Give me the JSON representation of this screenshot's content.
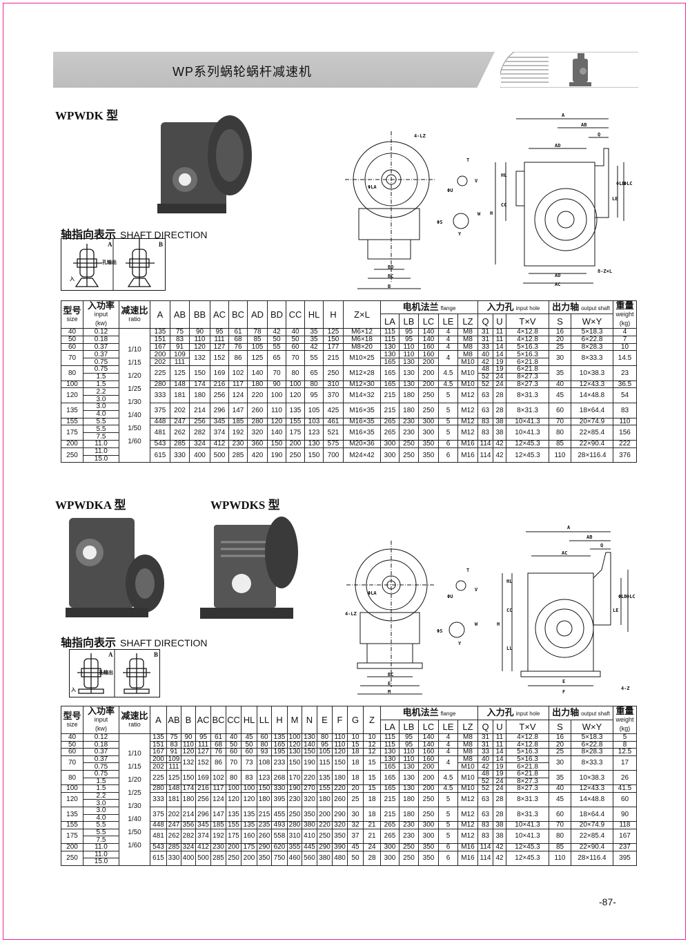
{
  "header": {
    "title": "WP系列蜗轮蜗杆减速机"
  },
  "section1": {
    "title": "WPWDK 型",
    "shaft_direction_cn": "轴指向表示",
    "shaft_direction_en": "SHAFT DIRECTION",
    "dir_a": "A",
    "dir_b": "B",
    "in_label": "入",
    "out_label": "孔输出"
  },
  "section2": {
    "title_a": "WPWDKA 型",
    "title_s": "WPWDKS 型",
    "shaft_direction_cn": "轴指向表示",
    "shaft_direction_en": "SHAFT DIRECTION",
    "dir_a": "A",
    "dir_b": "B",
    "in_label": "入",
    "out_label": "孔输出"
  },
  "drawing1": {
    "labels": [
      "A",
      "AB",
      "Q",
      "AD",
      "H",
      "HL",
      "CC",
      "ΦLB",
      "ΦLC",
      "LE",
      "8-Z×L",
      "AD",
      "AC",
      "4-LZ",
      "ΦLA",
      "T",
      "V",
      "ΦU",
      "ΦS",
      "W",
      "Y",
      "BD",
      "BC",
      "B"
    ]
  },
  "drawing2": {
    "labels": [
      "A",
      "AB",
      "Q",
      "AC",
      "H",
      "HL",
      "CC",
      "LL",
      "ΦLB",
      "ΦLC",
      "LE",
      "4-Z",
      "E",
      "F",
      "4-LZ",
      "ΦLA",
      "T",
      "V",
      "ΦU",
      "ΦS",
      "W",
      "Y",
      "BC",
      "E",
      "M"
    ]
  },
  "table1": {
    "head": {
      "size_cn": "型号",
      "size_en": "size",
      "input_cn": "入功率",
      "input_en": "input",
      "input_unit": "(kw)",
      "ratio_cn": "减速比",
      "ratio_en": "ratio",
      "dims": [
        "A",
        "AB",
        "BB",
        "AC",
        "BC",
        "AD",
        "BD",
        "CC",
        "HL",
        "H",
        "Z×L"
      ],
      "flange_cn": "电机法兰",
      "flange_en": "flange",
      "flange_cols": [
        "LA",
        "LB",
        "LC",
        "LE",
        "LZ"
      ],
      "hole_cn": "入力孔",
      "hole_en": "input hole",
      "hole_cols": [
        "Q",
        "U",
        "T×V"
      ],
      "shaft_cn": "出力轴",
      "shaft_en": "output shaft",
      "shaft_cols": [
        "S",
        "W×Y"
      ],
      "weight_cn": "重量",
      "weight_en": "weight",
      "weight_unit": "(kg)"
    },
    "ratios": [
      "1/10",
      "1/15",
      "1/20",
      "1/25",
      "1/30",
      "1/40",
      "1/50",
      "1/60"
    ],
    "rows": [
      {
        "size": "40",
        "input": [
          "0.12"
        ],
        "values": [
          "135",
          "75",
          "90",
          "95",
          "61",
          "78",
          "42",
          "40",
          "35",
          "125",
          "M6×12",
          "115",
          "95",
          "140",
          "4",
          "M8",
          "31",
          "11",
          "4×12.8",
          "16",
          "5×18.3",
          "4"
        ]
      },
      {
        "size": "50",
        "input": [
          "0.18"
        ],
        "values": [
          "151",
          "83",
          "110",
          "111",
          "68",
          "85",
          "50",
          "50",
          "35",
          "150",
          "M6×18",
          "115",
          "95",
          "140",
          "4",
          "M8",
          "31",
          "11",
          "4×12.8",
          "20",
          "6×22.8",
          "7"
        ]
      },
      {
        "size": "60",
        "input": [
          "0.37"
        ],
        "values": [
          "167",
          "91",
          "120",
          "127",
          "76",
          "105",
          "55",
          "60",
          "42",
          "177",
          "M8×20",
          "130",
          "110",
          "160",
          "4",
          "M8",
          "33",
          "14",
          "5×16.3",
          "25",
          "8×28.3",
          "10"
        ]
      },
      {
        "size": "70",
        "input": [
          "0.37",
          "0.75"
        ],
        "values": [
          [
            "200",
            "202"
          ],
          [
            "109",
            "111"
          ],
          "132",
          "152",
          "86",
          "125",
          "65",
          "70",
          "55",
          "215",
          "M10×25",
          [
            "130",
            "165"
          ],
          [
            "110",
            "130"
          ],
          [
            "160",
            "200"
          ],
          "4",
          [
            "M8",
            "M10"
          ],
          [
            "40",
            "42"
          ],
          [
            "14",
            "19"
          ],
          [
            "5×16.3",
            "6×21.8"
          ],
          "30",
          "8×33.3",
          "14.5"
        ]
      },
      {
        "size": "80",
        "input": [
          "0.75",
          "1.5"
        ],
        "values": [
          "225",
          "125",
          "150",
          "169",
          "102",
          "140",
          "70",
          "80",
          "65",
          "250",
          "M12×28",
          "165",
          "130",
          "200",
          "4.5",
          "M10",
          [
            "48",
            "52"
          ],
          [
            "19",
            "24"
          ],
          [
            "6×21.8",
            "8×27.3"
          ],
          "35",
          "10×38.3",
          "23"
        ]
      },
      {
        "size": "100",
        "input": [
          "1.5"
        ],
        "values": [
          "280",
          "148",
          "174",
          "216",
          "117",
          "180",
          "90",
          "100",
          "80",
          "310",
          "M12×30",
          "165",
          "130",
          "200",
          "4.5",
          "M10",
          "52",
          "24",
          "8×27.3",
          "40",
          "12×43.3",
          "36.5"
        ]
      },
      {
        "size": "120",
        "input": [
          "2.2",
          "3.0"
        ],
        "values": [
          "333",
          "181",
          "180",
          "256",
          "124",
          "220",
          "100",
          "120",
          "95",
          "370",
          "M14×32",
          "215",
          "180",
          "250",
          "5",
          "M12",
          "63",
          "28",
          "8×31.3",
          "45",
          "14×48.8",
          "54"
        ]
      },
      {
        "size": "135",
        "input": [
          "3.0",
          "4.0"
        ],
        "values": [
          "375",
          "202",
          "214",
          "296",
          "147",
          "260",
          "110",
          "135",
          "105",
          "425",
          "M16×35",
          "215",
          "180",
          "250",
          "5",
          "M12",
          "63",
          "28",
          "8×31.3",
          "60",
          "18×64.4",
          "83"
        ]
      },
      {
        "size": "155",
        "input": [
          "5.5"
        ],
        "values": [
          "448",
          "247",
          "256",
          "345",
          "185",
          "280",
          "120",
          "155",
          "103",
          "461",
          "M16×35",
          "265",
          "230",
          "300",
          "5",
          "M12",
          "83",
          "38",
          "10×41.3",
          "70",
          "20×74.9",
          "110"
        ]
      },
      {
        "size": "175",
        "input": [
          "5.5",
          "7.5"
        ],
        "values": [
          "481",
          "262",
          "282",
          "374",
          "192",
          "320",
          "140",
          "175",
          "123",
          "521",
          "M16×35",
          "265",
          "230",
          "300",
          "5",
          "M12",
          "83",
          "38",
          "10×41.3",
          "80",
          "22×85.4",
          "156"
        ]
      },
      {
        "size": "200",
        "input": [
          "11.0"
        ],
        "values": [
          "543",
          "285",
          "324",
          "412",
          "230",
          "360",
          "150",
          "200",
          "130",
          "575",
          "M20×36",
          "300",
          "250",
          "350",
          "6",
          "M16",
          "114",
          "42",
          "12×45.3",
          "85",
          "22×90.4",
          "222"
        ]
      },
      {
        "size": "250",
        "input": [
          "11.0",
          "15.0"
        ],
        "values": [
          "615",
          "330",
          "400",
          "500",
          "285",
          "420",
          "190",
          "250",
          "150",
          "700",
          "M24×42",
          "300",
          "250",
          "350",
          "6",
          "M16",
          "114",
          "42",
          "12×45.3",
          "110",
          "28×116.4",
          "376"
        ]
      }
    ]
  },
  "table2": {
    "head": {
      "size_cn": "型号",
      "size_en": "size",
      "input_cn": "入功率",
      "input_en": "input",
      "input_unit": "(kw)",
      "ratio_cn": "减速比",
      "ratio_en": "ratio",
      "dims": [
        "A",
        "AB",
        "B",
        "AC",
        "BC",
        "CC",
        "HL",
        "LL",
        "H",
        "M",
        "N",
        "E",
        "F",
        "G",
        "Z"
      ],
      "flange_cn": "电机法兰",
      "flange_en": "flange",
      "flange_cols": [
        "LA",
        "LB",
        "LC",
        "LE",
        "LZ"
      ],
      "hole_cn": "入力孔",
      "hole_en": "input hole",
      "hole_cols": [
        "Q",
        "U",
        "T×V"
      ],
      "shaft_cn": "出力轴",
      "shaft_en": "output shaft",
      "shaft_cols": [
        "S",
        "W×Y"
      ],
      "weight_cn": "重量",
      "weight_en": "weight",
      "weight_unit": "(kg)"
    },
    "ratios": [
      "1/10",
      "1/15",
      "1/20",
      "1/25",
      "1/30",
      "1/40",
      "1/50",
      "1/60"
    ],
    "rows": [
      {
        "size": "40",
        "input": [
          "0.12"
        ],
        "values": [
          "135",
          "75",
          "90",
          "95",
          "61",
          "40",
          "45",
          "60",
          "135",
          "100",
          "130",
          "80",
          "110",
          "10",
          "10",
          "115",
          "95",
          "140",
          "4",
          "M8",
          "31",
          "11",
          "4×12.8",
          "16",
          "5×18.3",
          "5"
        ]
      },
      {
        "size": "50",
        "input": [
          "0.18"
        ],
        "values": [
          "151",
          "83",
          "110",
          "111",
          "68",
          "50",
          "50",
          "80",
          "165",
          "120",
          "140",
          "95",
          "110",
          "15",
          "12",
          "115",
          "95",
          "140",
          "4",
          "M8",
          "31",
          "11",
          "4×12.8",
          "20",
          "6×22.8",
          "8"
        ]
      },
      {
        "size": "60",
        "input": [
          "0.37"
        ],
        "values": [
          "167",
          "91",
          "120",
          "127",
          "76",
          "60",
          "60",
          "93",
          "195",
          "130",
          "150",
          "105",
          "120",
          "18",
          "12",
          "130",
          "110",
          "160",
          "4",
          "M8",
          "33",
          "14",
          "5×16.3",
          "25",
          "8×28.3",
          "12.5"
        ]
      },
      {
        "size": "70",
        "input": [
          "0.37",
          "0.75"
        ],
        "values": [
          [
            "200",
            "202"
          ],
          [
            "109",
            "111"
          ],
          "132",
          "152",
          "86",
          "70",
          "73",
          "108",
          "233",
          "150",
          "190",
          "115",
          "150",
          "18",
          "15",
          [
            "130",
            "165"
          ],
          [
            "110",
            "130"
          ],
          [
            "160",
            "200"
          ],
          "4",
          [
            "M8",
            "M10"
          ],
          [
            "40",
            "42"
          ],
          [
            "14",
            "19"
          ],
          [
            "5×16.3",
            "6×21.8"
          ],
          "30",
          "8×33.3",
          "17"
        ]
      },
      {
        "size": "80",
        "input": [
          "0.75",
          "1.5"
        ],
        "values": [
          "225",
          "125",
          "150",
          "169",
          "102",
          "80",
          "83",
          "123",
          "268",
          "170",
          "220",
          "135",
          "180",
          "18",
          "15",
          "165",
          "130",
          "200",
          "4.5",
          "M10",
          [
            "48",
            "52"
          ],
          [
            "19",
            "24"
          ],
          [
            "6×21.8",
            "8×27.3"
          ],
          "35",
          "10×38.3",
          "26"
        ]
      },
      {
        "size": "100",
        "input": [
          "1.5"
        ],
        "values": [
          "280",
          "148",
          "174",
          "216",
          "117",
          "100",
          "100",
          "150",
          "330",
          "190",
          "270",
          "155",
          "220",
          "20",
          "15",
          "165",
          "130",
          "200",
          "4.5",
          "M10",
          "52",
          "24",
          "8×27.3",
          "40",
          "12×43.3",
          "41.5"
        ]
      },
      {
        "size": "120",
        "input": [
          "2.2",
          "3.0"
        ],
        "values": [
          "333",
          "181",
          "180",
          "256",
          "124",
          "120",
          "120",
          "180",
          "395",
          "230",
          "320",
          "180",
          "260",
          "25",
          "18",
          "215",
          "180",
          "250",
          "5",
          "M12",
          "63",
          "28",
          "8×31.3",
          "45",
          "14×48.8",
          "60"
        ]
      },
      {
        "size": "135",
        "input": [
          "3.0",
          "4.0"
        ],
        "values": [
          "375",
          "202",
          "214",
          "296",
          "147",
          "135",
          "135",
          "215",
          "455",
          "250",
          "350",
          "200",
          "290",
          "30",
          "18",
          "215",
          "180",
          "250",
          "5",
          "M12",
          "63",
          "28",
          "8×31.3",
          "60",
          "18×64.4",
          "90"
        ]
      },
      {
        "size": "155",
        "input": [
          "5.5"
        ],
        "values": [
          "448",
          "247",
          "356",
          "345",
          "185",
          "155",
          "135",
          "235",
          "493",
          "280",
          "380",
          "220",
          "320",
          "32",
          "21",
          "265",
          "230",
          "300",
          "5",
          "M12",
          "83",
          "38",
          "10×41.3",
          "70",
          "20×74.9",
          "118"
        ]
      },
      {
        "size": "175",
        "input": [
          "5.5",
          "7.5"
        ],
        "values": [
          "481",
          "262",
          "282",
          "374",
          "192",
          "175",
          "160",
          "260",
          "558",
          "310",
          "410",
          "250",
          "350",
          "37",
          "21",
          "265",
          "230",
          "300",
          "5",
          "M12",
          "83",
          "38",
          "10×41.3",
          "80",
          "22×85.4",
          "167"
        ]
      },
      {
        "size": "200",
        "input": [
          "11.0"
        ],
        "values": [
          "543",
          "285",
          "324",
          "412",
          "230",
          "200",
          "175",
          "290",
          "620",
          "355",
          "445",
          "290",
          "390",
          "45",
          "24",
          "300",
          "250",
          "350",
          "6",
          "M16",
          "114",
          "42",
          "12×45.3",
          "85",
          "22×90.4",
          "237"
        ]
      },
      {
        "size": "250",
        "input": [
          "11.0",
          "15.0"
        ],
        "values": [
          "615",
          "330",
          "400",
          "500",
          "285",
          "250",
          "200",
          "350",
          "750",
          "460",
          "560",
          "380",
          "480",
          "50",
          "28",
          "300",
          "250",
          "350",
          "6",
          "M16",
          "114",
          "42",
          "12×45.3",
          "110",
          "28×116.4",
          "395"
        ]
      }
    ]
  },
  "footer": {
    "page_number": "-87-"
  }
}
